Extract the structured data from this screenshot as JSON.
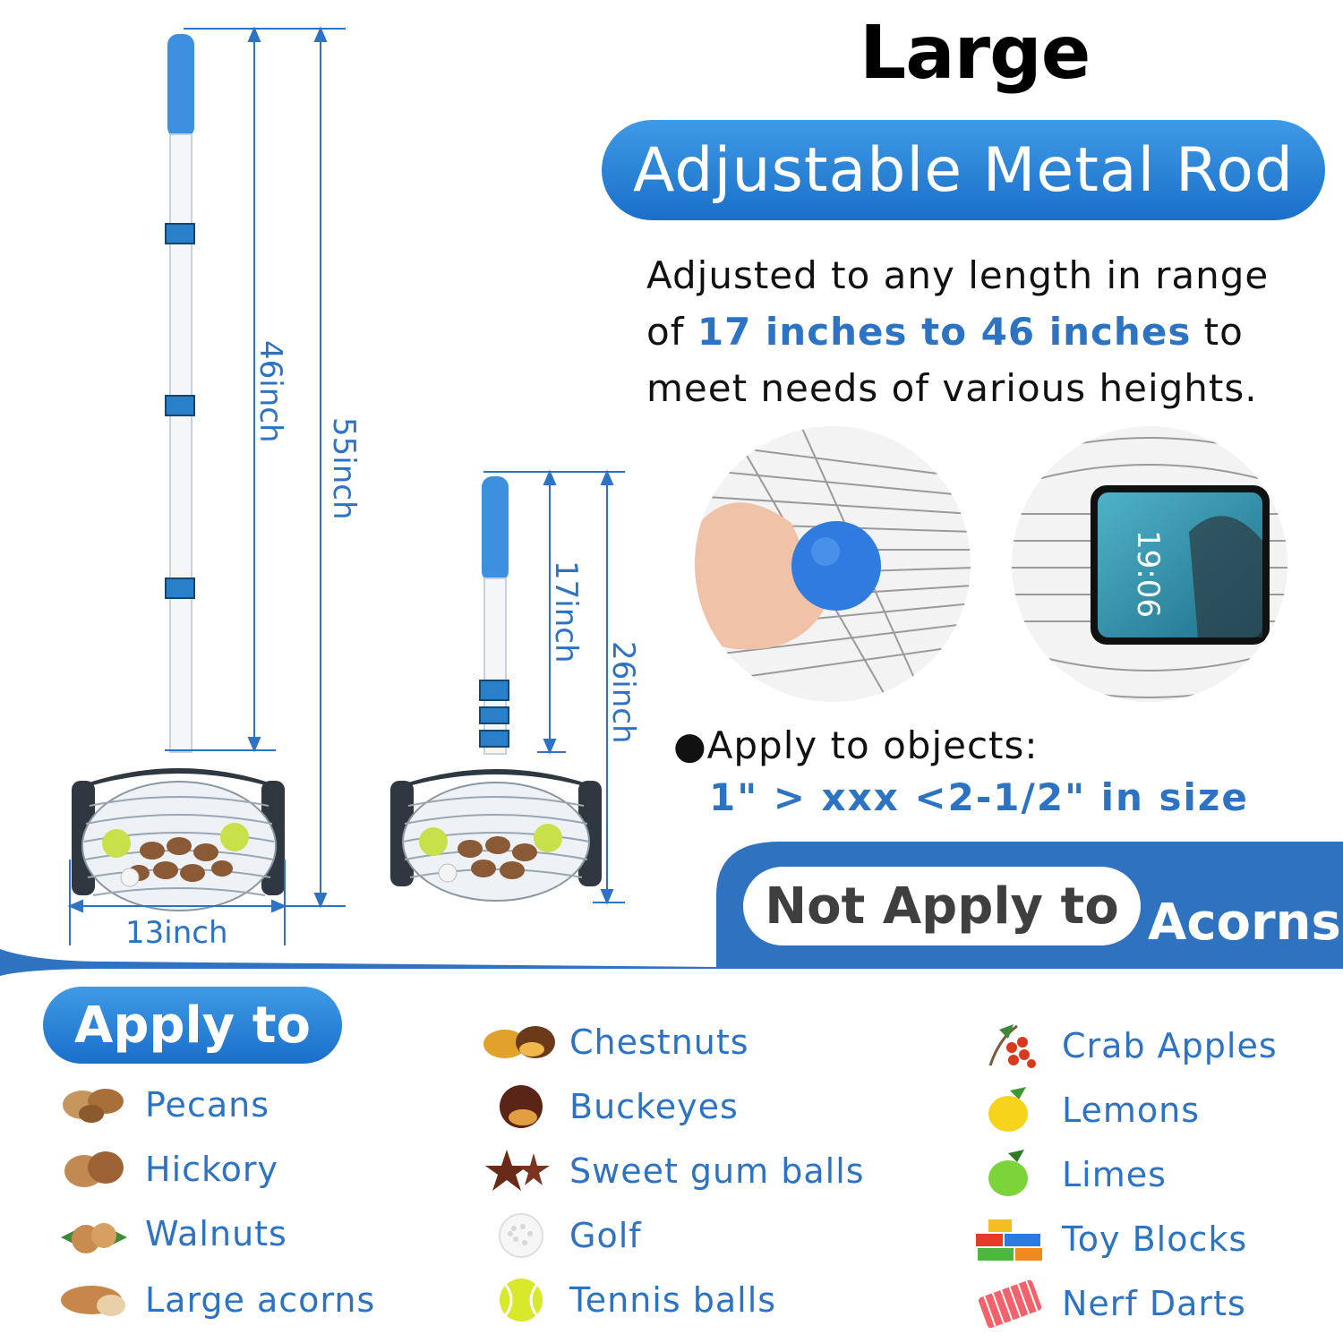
{
  "title": "Large",
  "rod_pill": "Adjustable Metal  Rod",
  "description": {
    "line1": "Adjusted to any length in range",
    "line2_prefix": "of ",
    "line2_highlight": "17 inches to 46 inches",
    "line2_suffix": " to",
    "line3": "meet needs of various heights."
  },
  "apply_objects": {
    "bullet": "●",
    "label": "Apply to objects:",
    "size": "1\" > xxx <2-1/2\" in size"
  },
  "not_apply": {
    "label": "Not Apply to",
    "item": "Acorns"
  },
  "apply_to_label": "Apply to",
  "dimensions": {
    "tall_total": "55inch",
    "tall_rod": "46inch",
    "short_total": "26inch",
    "short_rod": "17inch",
    "width": "13inch"
  },
  "phone_time": "19:06",
  "items": {
    "col1": [
      {
        "label": "Pecans",
        "icon": "pecan-icon"
      },
      {
        "label": "Hickory",
        "icon": "hickory-icon"
      },
      {
        "label": "Walnuts",
        "icon": "walnut-icon"
      },
      {
        "label": "Large acorns",
        "icon": "acorn-icon"
      }
    ],
    "col2": [
      {
        "label": "Chestnuts",
        "icon": "chestnut-icon"
      },
      {
        "label": "Buckeyes",
        "icon": "buckeye-icon"
      },
      {
        "label": "Sweet gum balls",
        "icon": "sweet-gum-icon"
      },
      {
        "label": "Golf",
        "icon": "golf-ball-icon"
      },
      {
        "label": "Tennis balls",
        "icon": "tennis-ball-icon"
      }
    ],
    "col3": [
      {
        "label": "Crab Apples",
        "icon": "crab-apple-icon"
      },
      {
        "label": "Lemons",
        "icon": "lemon-icon"
      },
      {
        "label": "Limes",
        "icon": "lime-icon"
      },
      {
        "label": "Toy Blocks",
        "icon": "toy-blocks-icon"
      },
      {
        "label": "Nerf Darts",
        "icon": "nerf-darts-icon"
      }
    ]
  },
  "colors": {
    "accent_blue": "#2d73c4",
    "pill_blue": "#1a6fc9",
    "band_blue": "#2f72bf"
  }
}
